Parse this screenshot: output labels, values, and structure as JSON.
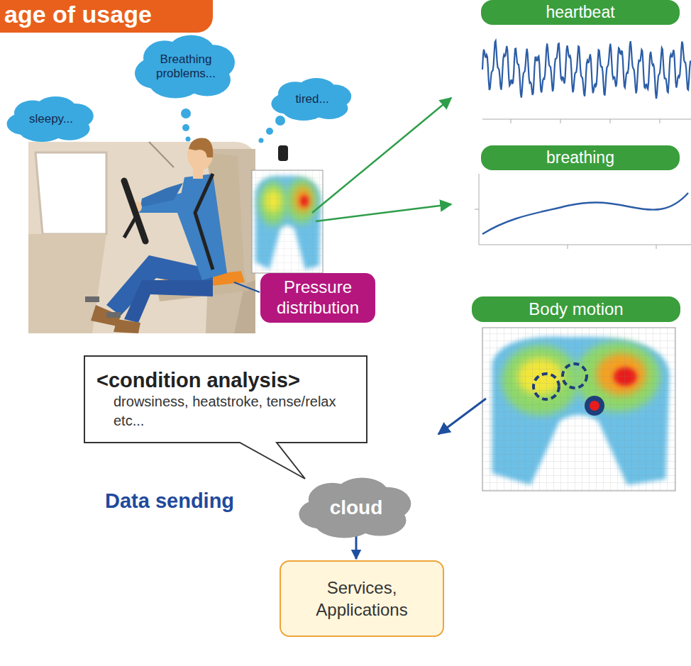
{
  "diagram": {
    "title": "age of usage",
    "nodes": [
      {
        "text": [
          "sleepy..."
        ]
      },
      {
        "text": [
          "Breathing problems..."
        ]
      },
      {
        "text": [
          "tired..."
        ]
      },
      {
        "text": [
          "Pressure distribution"
        ]
      },
      {
        "text": [
          "heartbeat"
        ]
      },
      {
        "text": [
          "breathing"
        ]
      },
      {
        "text": [
          "Body motion"
        ]
      },
      {
        "text": [
          "<condition analysis>",
          "drowsiness, heatstroke, tense/relax etc..."
        ]
      },
      {
        "text": [
          "cloud"
        ]
      },
      {
        "text": [
          "Services, Applications"
        ]
      }
    ],
    "edges": [
      {
        "from": 8,
        "to": 9,
        "arrow": "to"
      }
    ],
    "labels": [
      "Data sending"
    ]
  }
}
